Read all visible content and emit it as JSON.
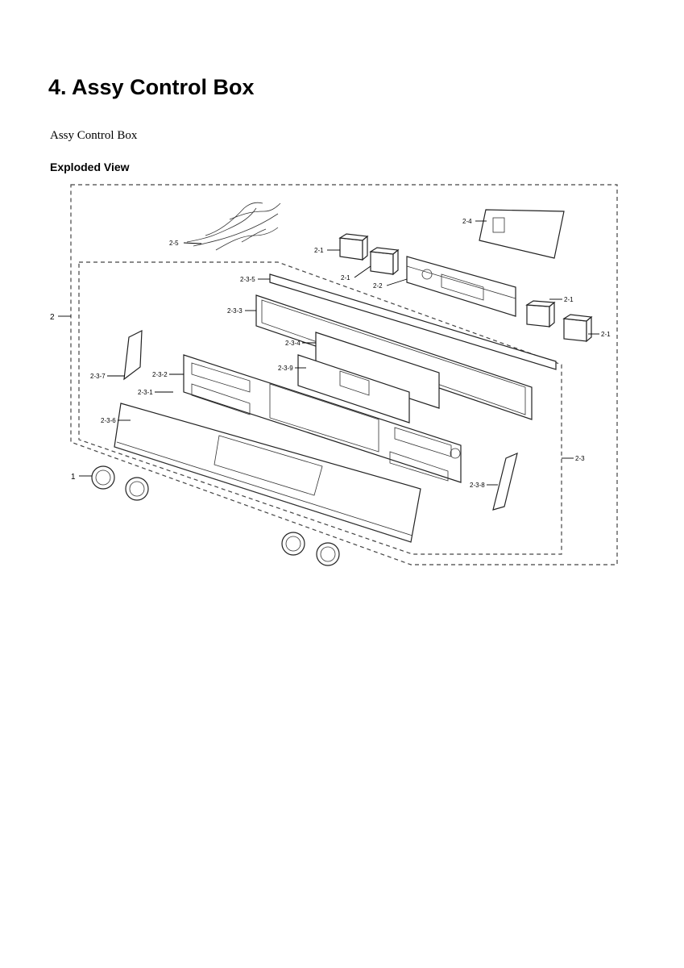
{
  "header": {
    "title": "4.  Assy Control Box",
    "subtitle": "Assy Control Box",
    "section_label": "Exploded View"
  },
  "diagram": {
    "callouts": {
      "c_2": "2",
      "c_1": "1",
      "c_2_1a": "2-1",
      "c_2_1b": "2-1",
      "c_2_1c": "2-1",
      "c_2_1d": "2-1",
      "c_2_2": "2-2",
      "c_2_3": "2-3",
      "c_2_4": "2-4",
      "c_2_5": "2-5",
      "c_2_3_1": "2-3-1",
      "c_2_3_2": "2-3-2",
      "c_2_3_3": "2-3-3",
      "c_2_3_4": "2-3-4",
      "c_2_3_5": "2-3-5",
      "c_2_3_6": "2-3-6",
      "c_2_3_7": "2-3-7",
      "c_2_3_8": "2-3-8",
      "c_2_3_9": "2-3-9"
    }
  }
}
